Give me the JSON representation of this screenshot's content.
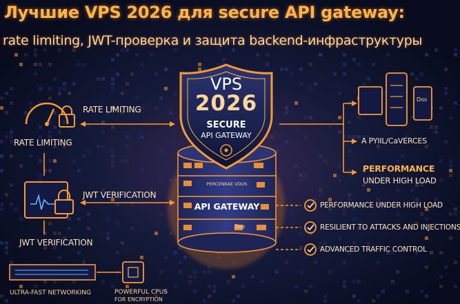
{
  "title": {
    "line1": "Лучшие VPS 2026 для secure API gateway:",
    "line2": "rate limiting, JWT-проверка и защита backend-инфраструктуры"
  },
  "shield": {
    "top": "VPS",
    "year": "2026",
    "sub1": "SECURE",
    "sub2": "API GATEWAY"
  },
  "server": {
    "label_small": "PERCENKAE VDUS",
    "label_main": "API GATEWAY",
    "dos_label": "Dos"
  },
  "left": {
    "rate_arrow_label": "RATE LIMITING",
    "rate_label": "RATE LIMITING",
    "jwt_arrow_label": "JWT VERIFICATION",
    "jwt_label": "JWT VERIFICATION"
  },
  "right": {
    "devices_dos": "Dos",
    "apis_label": "A PYIIL/CaVERCES",
    "perf_title": "PERFORMANCE",
    "perf_sub": "UNDER HIGH LOAD"
  },
  "features": [
    "PERFORMANCE UNDER HIGH LOAD",
    "RESILIENT TO ATTACKS AND INJECTIONS",
    "ADVANCED TRAFFIC CONTROL"
  ],
  "bottom": {
    "networking": "ULTRA-FAST NETWORKING",
    "cpu1": "POWERFUL CPUS",
    "cpu2": "FOR ENCRYPTION"
  },
  "colors": {
    "accent": "#ff9a2e",
    "background": "#0b1026",
    "text_light": "#ffe3c0"
  }
}
